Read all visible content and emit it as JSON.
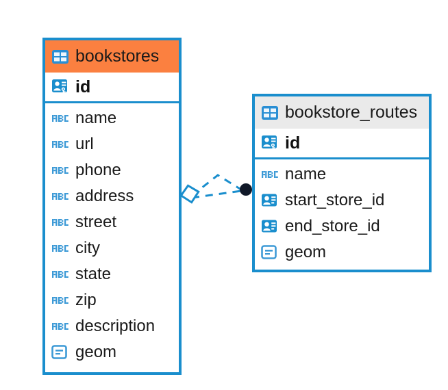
{
  "diagram": {
    "type": "entity-relationship-diagram",
    "colors": {
      "accent_blue": "#1a8ecd",
      "selected_header": "#fb8040",
      "plain_header": "#eaeaea",
      "background": "#ffffff",
      "endpoint_dark": "#101828"
    },
    "tables": [
      {
        "name": "bookstores",
        "header_icon": "table-grid-icon",
        "header_state": "selected",
        "primary_key": {
          "label": "id",
          "icon": "primary-key-icon"
        },
        "fields": [
          {
            "label": "name",
            "icon": "text-abc-icon"
          },
          {
            "label": "url",
            "icon": "text-abc-icon"
          },
          {
            "label": "phone",
            "icon": "text-abc-icon"
          },
          {
            "label": "address",
            "icon": "text-abc-icon"
          },
          {
            "label": "street",
            "icon": "text-abc-icon"
          },
          {
            "label": "city",
            "icon": "text-abc-icon"
          },
          {
            "label": "state",
            "icon": "text-abc-icon"
          },
          {
            "label": "zip",
            "icon": "text-abc-icon"
          },
          {
            "label": "description",
            "icon": "text-abc-icon"
          },
          {
            "label": "geom",
            "icon": "geometry-blob-icon"
          }
        ]
      },
      {
        "name": "bookstore_routes",
        "header_icon": "table-grid-icon",
        "header_state": "plain",
        "primary_key": {
          "label": "id",
          "icon": "primary-key-icon"
        },
        "fields": [
          {
            "label": "name",
            "icon": "text-abc-icon"
          },
          {
            "label": "start_store_id",
            "icon": "foreign-key-icon"
          },
          {
            "label": "end_store_id",
            "icon": "foreign-key-icon"
          },
          {
            "label": "geom",
            "icon": "geometry-blob-icon"
          }
        ]
      }
    ],
    "relationships": [
      {
        "from_table": "bookstores",
        "to_table": "bookstore_routes",
        "style": "dashed",
        "source_endpoint": "open-diamond",
        "target_endpoint": "filled-circle"
      },
      {
        "from_table": "bookstores",
        "to_table": "bookstore_routes",
        "style": "dashed",
        "source_endpoint": "open-diamond",
        "target_endpoint": "filled-circle"
      }
    ]
  }
}
